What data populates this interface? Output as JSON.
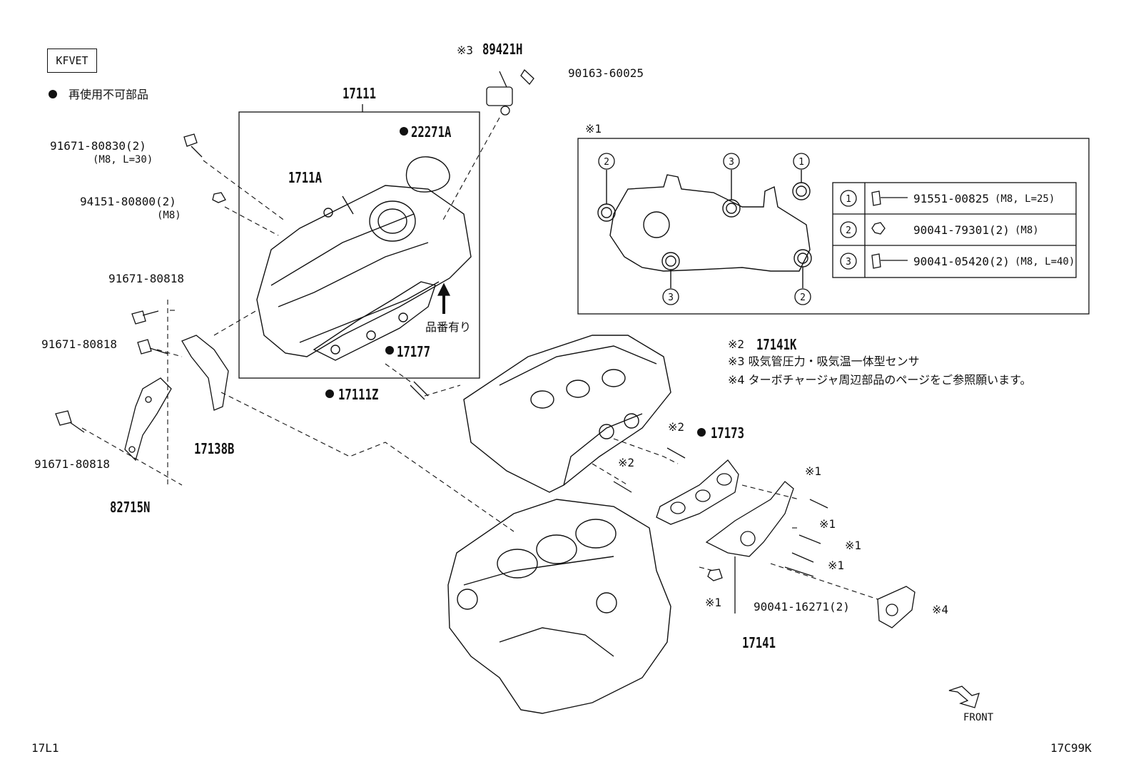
{
  "engine_code": "KFVET",
  "legend_nonreusable": "再使用不可部品",
  "parts": {
    "p17111": "17111",
    "p89421H": "89421H",
    "p89421H_note": "※3",
    "p90163_60025": "90163-60025",
    "p22271A": "22271A",
    "p1711A": "1711A",
    "p91671_80830": "91671-80830(2)",
    "p91671_80830_spec": "(M8, L=30)",
    "p94151_80800": "94151-80800(2)",
    "p94151_80800_spec": "(M8)",
    "p91671_80818_a": "91671-80818",
    "p91671_80818_b": "91671-80818",
    "p91671_80818_c": "91671-80818",
    "p17177": "17177",
    "p_hinban": "品番有り",
    "p17111Z": "17111Z",
    "p17138B": "17138B",
    "p82715N": "82715N",
    "p17173": "17173",
    "p17173_note": "※2",
    "p17173_note2": "※2",
    "p17141": "17141",
    "p90041_16271": "90041-16271(2)",
    "p_note4": "※4",
    "p_note1a": "※1",
    "p_note1b": "※1",
    "p_note1c": "※1",
    "p_note1d": "※1",
    "p_note1e": "※1"
  },
  "detail_box": {
    "title": "※1",
    "rows": [
      {
        "num": "1",
        "part": "91551-00825",
        "spec": "(M8, L=25)"
      },
      {
        "num": "2",
        "part": "90041-79301(2)",
        "spec": "(M8)"
      },
      {
        "num": "3",
        "part": "90041-05420(2)",
        "spec": "(M8, L=40)"
      }
    ],
    "markers": [
      "2",
      "3",
      "1",
      "3",
      "2"
    ]
  },
  "notes": {
    "n2": "※2",
    "n2_part": "17141K",
    "n3": "※3 吸気管圧力・吸気温一体型センサ",
    "n4": "※4 ターボチャージャ周辺部品のページをご参照願います。"
  },
  "front_label": "FRONT",
  "footer_left": "17L1",
  "footer_right": "17C99K"
}
